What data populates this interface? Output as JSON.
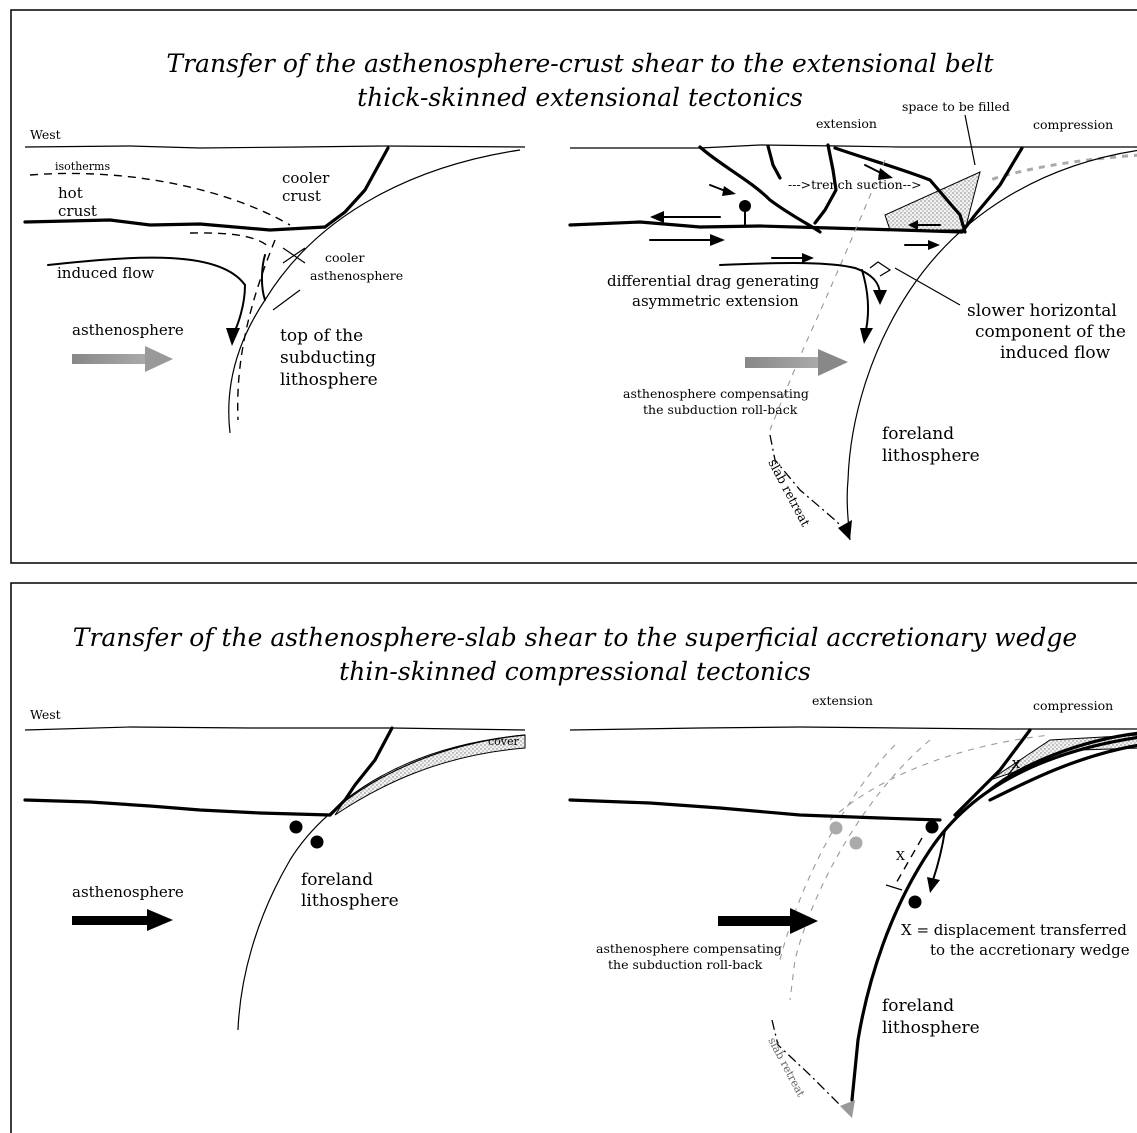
{
  "panels": {
    "top": {
      "title_line1": "Transfer of the asthenosphere-crust shear to the extensional belt",
      "title_line2": "thick-skinned extensional tectonics",
      "left": {
        "west": "West",
        "isotherms": "isotherms",
        "hot_crust_1": "hot",
        "hot_crust_2": "crust",
        "cooler_crust_1": "cooler",
        "cooler_crust_2": "crust",
        "induced_flow": "induced flow",
        "cooler_asth_1": "cooler",
        "cooler_asth_2": "asthenosphere",
        "asthenosphere": "asthenosphere",
        "top_slab_1": "top of the",
        "top_slab_2": "subducting",
        "top_slab_3": "lithosphere"
      },
      "right": {
        "extension": "extension",
        "space": "space to be filled",
        "compression": "compression",
        "trench_suction": "--->trench suction-->",
        "diff_drag_1": "differential drag generating",
        "diff_drag_2": "asymmetric extension",
        "slower_1": "slower horizontal",
        "slower_2": "component of the",
        "slower_3": "induced flow",
        "asth_comp_1": "asthenosphere compensating",
        "asth_comp_2": "the subduction roll-back",
        "foreland_1": "foreland",
        "foreland_2": "lithosphere",
        "slab_retreat": "slab retreat"
      }
    },
    "bottom": {
      "title_line1": "Transfer of the asthenosphere-slab shear to the superficial accretionary wedge",
      "title_line2": "thin-skinned compressional tectonics",
      "left": {
        "west": "West",
        "cover": "cover",
        "asthenosphere": "asthenosphere",
        "foreland_1": "foreland",
        "foreland_2": "lithosphere"
      },
      "right": {
        "extension": "extension",
        "compression": "compression",
        "x_mark": "X",
        "x_def_1": "X = displacement transferred",
        "x_def_2": "to the accretionary wedge",
        "asth_comp_1": "asthenosphere compensating",
        "asth_comp_2": "the subduction roll-back",
        "foreland_1": "foreland",
        "foreland_2": "lithosphere",
        "slab_retreat": "slab retreat"
      }
    }
  }
}
